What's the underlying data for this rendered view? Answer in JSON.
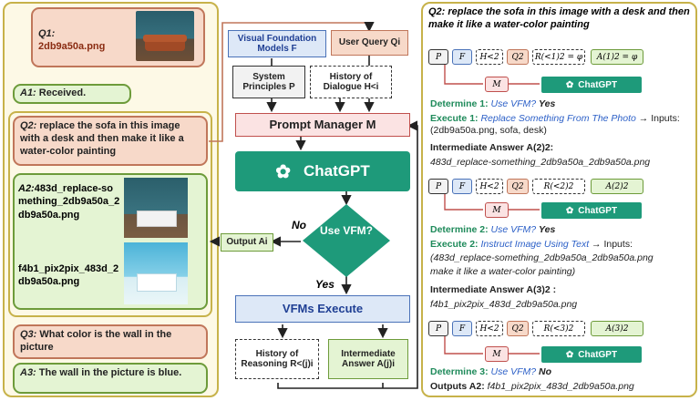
{
  "left": {
    "q1": {
      "label": "Q1:",
      "text": "2db9a50a.png"
    },
    "a1": {
      "label": "A1:",
      "text": "Received."
    },
    "q2": {
      "label": "Q2:",
      "text": "replace the sofa in this image with a desk and then make it like a water-color painting"
    },
    "a2_line1": {
      "label": "A2:",
      "text": "483d_replace-something_2db9a50a_2db9a50a.png"
    },
    "a2_line2": "f4b1_pix2pix_483d_2db9a50a.png",
    "q3": {
      "label": "Q3:",
      "text": "What color is the wall in the picture"
    },
    "a3": {
      "label": "A3:",
      "text": "The wall in the picture is blue."
    }
  },
  "center": {
    "vfm": "Visual Foundation Models F",
    "user_query": "User Query Qi",
    "system": "System Principles P",
    "history_dialogue": "History of Dialogue H<i",
    "prompt_manager": "Prompt Manager M",
    "chatgpt": "ChatGPT",
    "use_vfm": "Use VFM?",
    "no": "No",
    "yes": "Yes",
    "output": "Output Ai",
    "vfms_execute": "VFMs Execute",
    "history_reasoning": "History of Reasoning R<(j)i",
    "intermediate": "Intermediate Answer A(j)i"
  },
  "right": {
    "q2_header": "Q2: replace the sofa in this image with a desk and then make it like a water-color painting",
    "chatgpt": "ChatGPT",
    "row1": {
      "p": "P",
      "f": "F",
      "h": "H<2",
      "q": "Q2",
      "r": "R(<1)2 = φ",
      "a": "A(1)2 = φ"
    },
    "row2": {
      "p": "P",
      "f": "F",
      "h": "H<2",
      "q": "Q2",
      "r": "R(<2)2",
      "a": "A(2)2"
    },
    "row3": {
      "p": "P",
      "f": "F",
      "h": "H<2",
      "q": "Q2",
      "r": "R(<3)2",
      "a": "A(3)2"
    },
    "m": "M",
    "det1_label": "Determine 1:",
    "det1_q": "Use VFM?",
    "det1_a": "Yes",
    "exe1_label": "Execute 1:",
    "exe1_tool": "Replace Something From The Photo",
    "exe1_inputs": "→ Inputs: (2db9a50a.png, sofa, desk)",
    "inter1_label": "Intermediate Answer A(2)2:",
    "inter1_val": "483d_replace-something_2db9a50a_2db9a50a.png",
    "det2_label": "Determine 2:",
    "det2_q": "Use VFM?",
    "det2_a": "Yes",
    "exe2_label": "Execute 2:",
    "exe2_tool": "Instruct Image Using Text",
    "exe2_inputs": "→ Inputs:",
    "exe2_line2": "(483d_replace-something_2db9a50a_2db9a50a.png",
    "exe2_line3": "make it like a water-color painting)",
    "inter2_label": "Intermediate Answer A(3)2 :",
    "inter2_val": "f4b1_pix2pix_483d_2db9a50a.png",
    "det3_label": "Determine 3:",
    "det3_q": "Use VFM?",
    "det3_a": "No",
    "out_label": "Outputs A2:",
    "out_val": "f4b1_pix2pix_483d_2db9a50a.png"
  },
  "colors": {
    "chatgpt": "#1e9a7a",
    "query": "#f7d9c9",
    "answer": "#e4f4d3",
    "panel": "#c7b24a",
    "prompt": "#fbe3e3",
    "vfm": "#dde8f7"
  }
}
